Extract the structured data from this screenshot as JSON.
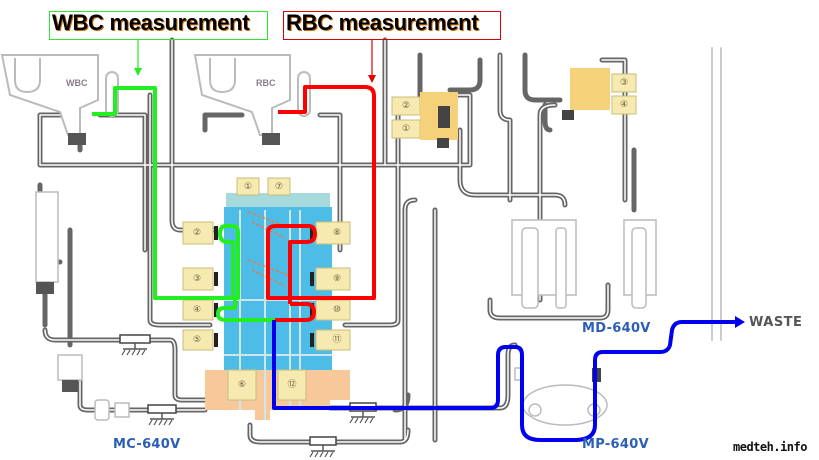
{
  "diagram": {
    "title_wbc": "WBC measurement",
    "title_rbc": "RBC measurement",
    "chamber_wbc": "WBC",
    "chamber_rbc": "RBC",
    "waste_label": "WASTE",
    "models": {
      "mc": "MC-640V",
      "md": "MD-640V",
      "mp": "MP-640V"
    },
    "watermark": "medteh.info",
    "valves_main": [
      "①",
      "⑦",
      "②",
      "⑧",
      "③",
      "⑨",
      "④",
      "⑩",
      "⑤",
      "⑪",
      "⑥",
      "⑫"
    ],
    "valves_upper_left": [
      "②",
      "①"
    ],
    "valves_upper_right": [
      "③",
      "④"
    ],
    "colors": {
      "wbc_path": "#22ee22",
      "rbc_path": "#ff0000",
      "waste_path": "#0000ee",
      "manifold_blue": "#4dbde8",
      "manifold_peach": "#f7c89a",
      "valve_yellow": "#f6eab0",
      "valve_orange": "#f5d27a",
      "label_blue": "#2b5fb5"
    }
  }
}
